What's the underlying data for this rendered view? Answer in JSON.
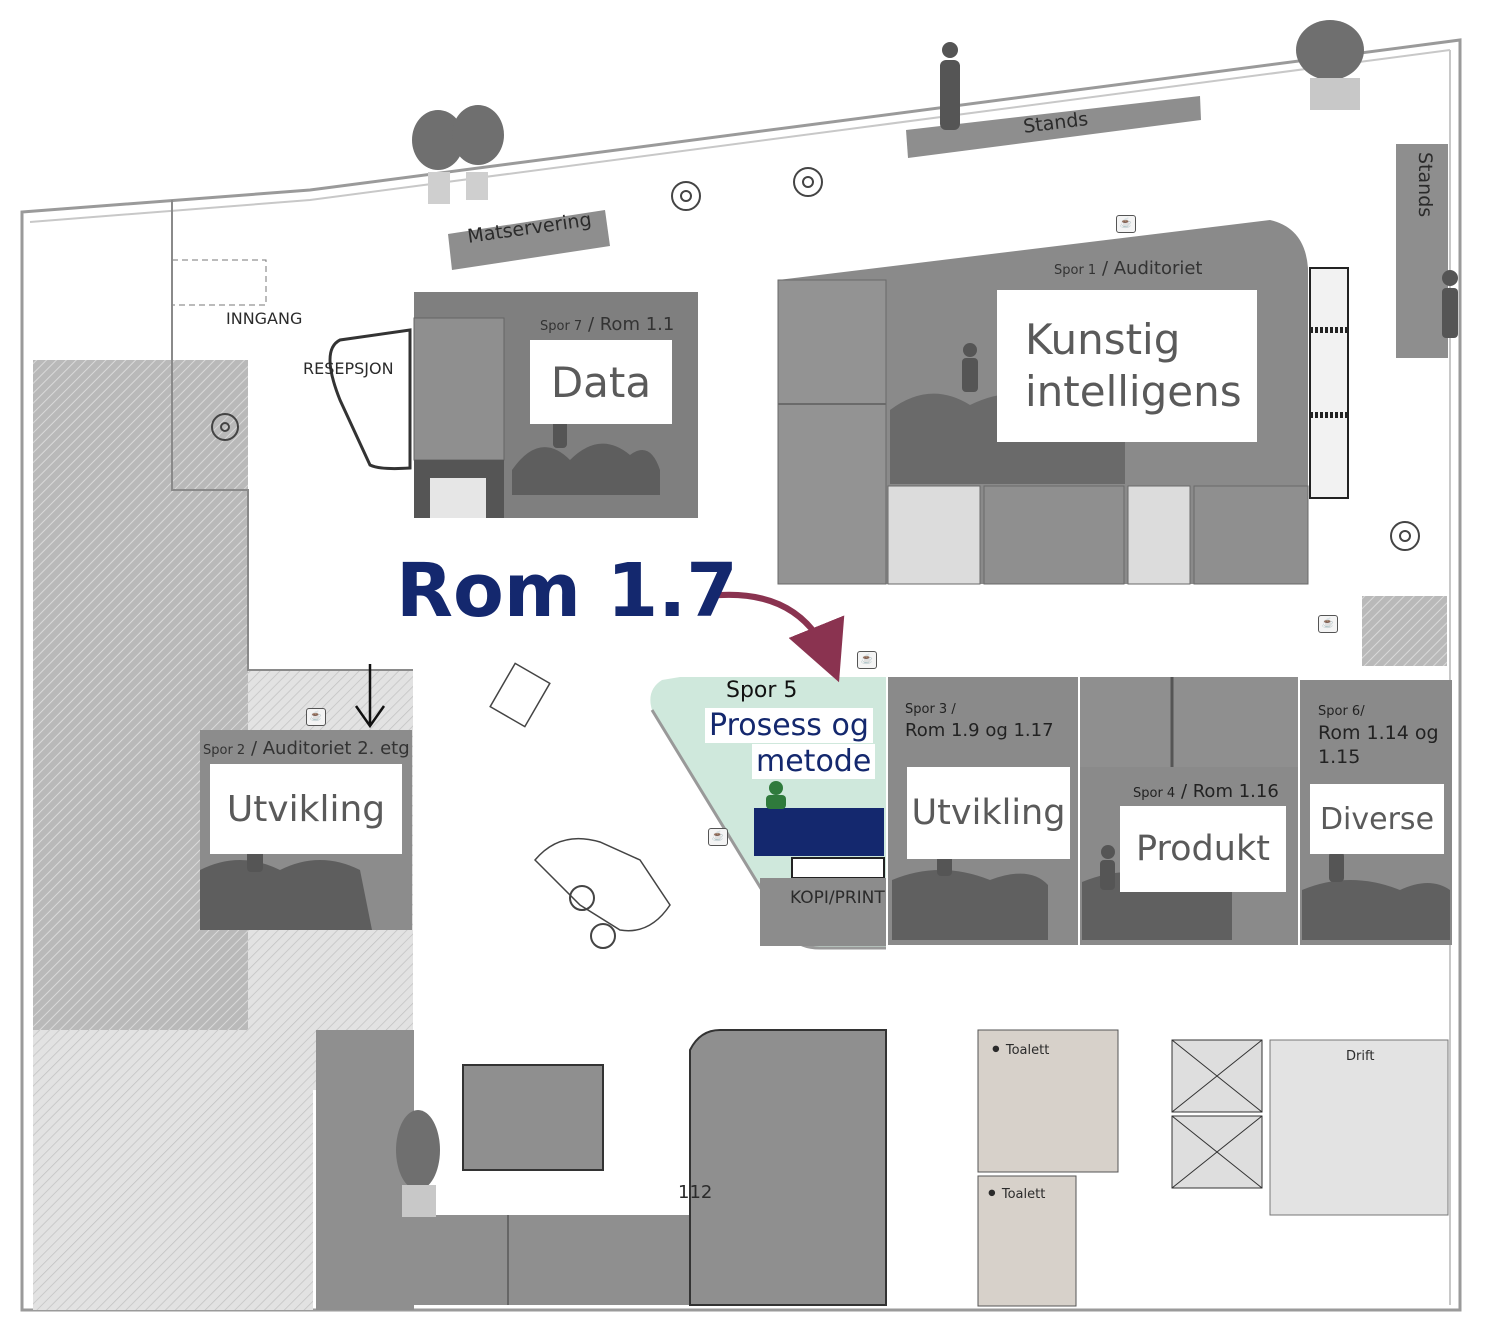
{
  "highlight": {
    "title": "Rom 1.7",
    "accent": "#14286e",
    "arrow_color": "#8a3350",
    "room_fill": "#cfe8dc"
  },
  "rooms": {
    "spor1": {
      "track": "Spor 1",
      "room": "Auditoriet",
      "topic": "Kunstig intelligens"
    },
    "spor7": {
      "track": "Spor 7",
      "room": "Rom 1.1",
      "topic": "Data"
    },
    "spor2": {
      "track": "Spor 2",
      "room": "Auditoriet 2. etg",
      "topic": "Utvikling"
    },
    "spor5": {
      "track": "Spor 5",
      "topic_line1": "Prosess og",
      "topic_line2": "metode"
    },
    "spor3": {
      "track": "Spor 3 /",
      "room": "Rom 1.9 og 1.17",
      "topic": "Utvikling"
    },
    "spor4": {
      "track": "Spor 4",
      "room": "Rom 1.16",
      "topic": "Produkt"
    },
    "spor6": {
      "track": "Spor 6/",
      "room_line1": "Rom 1.14 og",
      "room_line2": "1.15",
      "topic": "Diverse"
    }
  },
  "labels": {
    "inngang": "INNGANG",
    "resepsjon": "RESEPSJON",
    "matservering": "Matservering",
    "stands_top": "Stands",
    "stands_right": "Stands",
    "kopi_print": "KOPI/PRINT",
    "toalett_1": "Toalett",
    "toalett_2": "Toalett",
    "drift": "Drift",
    "room_112": "112"
  },
  "icons": {
    "coffee": "coffee-cup-icon",
    "toilet": "person-icon",
    "plant": "plant-icon",
    "table": "round-table-icon"
  }
}
